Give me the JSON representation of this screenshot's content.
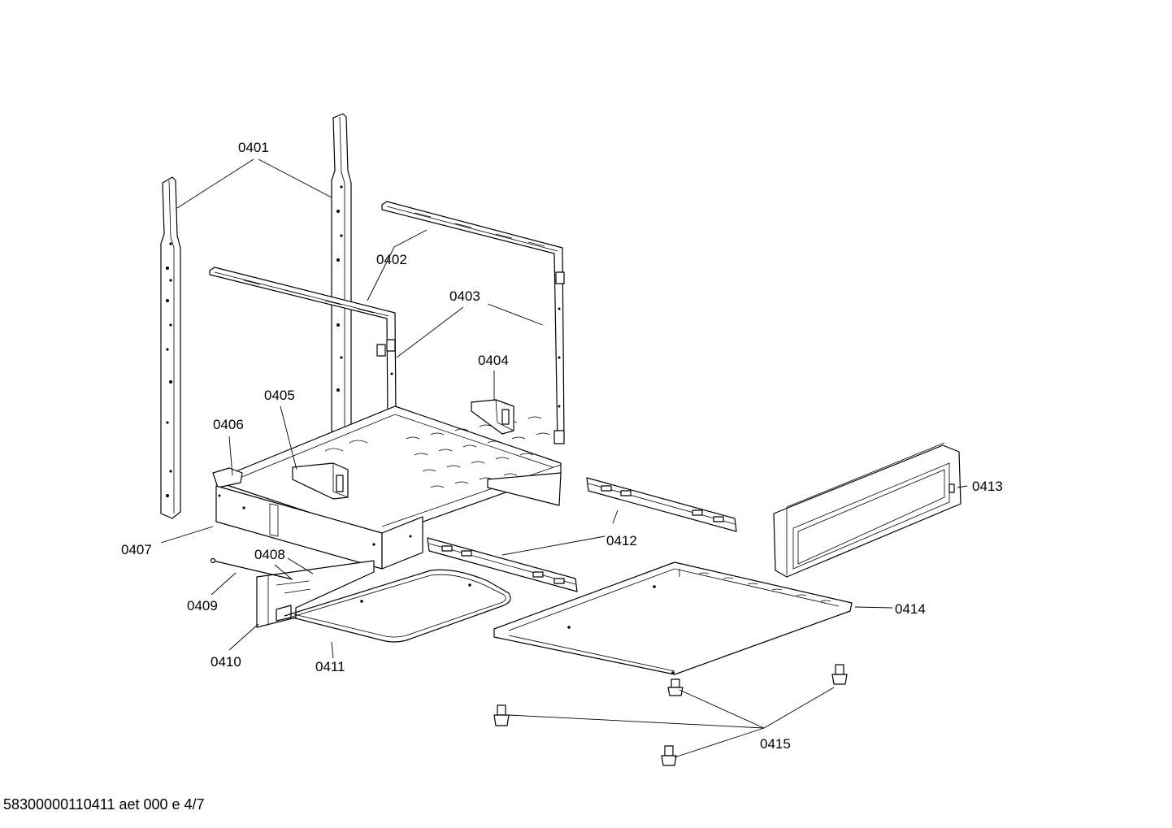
{
  "labels": {
    "p0401": "0401",
    "p0402": "0402",
    "p0403": "0403",
    "p0404": "0404",
    "p0405": "0405",
    "p0406": "0406",
    "p0407": "0407",
    "p0408": "0408",
    "p0409": "0409",
    "p0410": "0410",
    "p0411": "0411",
    "p0412": "0412",
    "p0413": "0413",
    "p0414": "0414",
    "p0415": "0415"
  },
  "footer": {
    "document_id": "58300000110411 aet 000 e 4/7"
  }
}
